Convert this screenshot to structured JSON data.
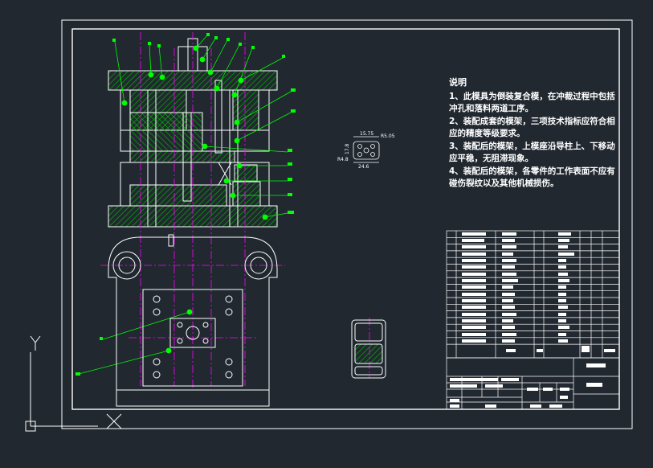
{
  "notes": {
    "title": "说明",
    "lines": [
      "1、此模具为倒装复合模，在冲裁过程中包括",
      "冲孔和落料两道工序。",
      "2、装配成套的模架，三项技术指标应符合相",
      "应的精度等级要求。",
      "3、装配后的模架，上模座沿导柱上、下移动",
      "应平稳，无阻滞现象。",
      "4、装配后的模架，各零件的工作表面不应有",
      "碰伤裂纹以及其他机械损伤。"
    ]
  },
  "part_sketch_dims": [
    "15.75",
    "R5.05",
    "17.8",
    "R4.8",
    "24.6"
  ],
  "ucs": {
    "y_label": "Y",
    "x_label": "X"
  },
  "colors": {
    "background": "#212830",
    "frame": "#ffffff",
    "hatch": "#00c000",
    "leader": "#00ff00",
    "centerline": "#ff00ff",
    "text": "#ffffff"
  }
}
